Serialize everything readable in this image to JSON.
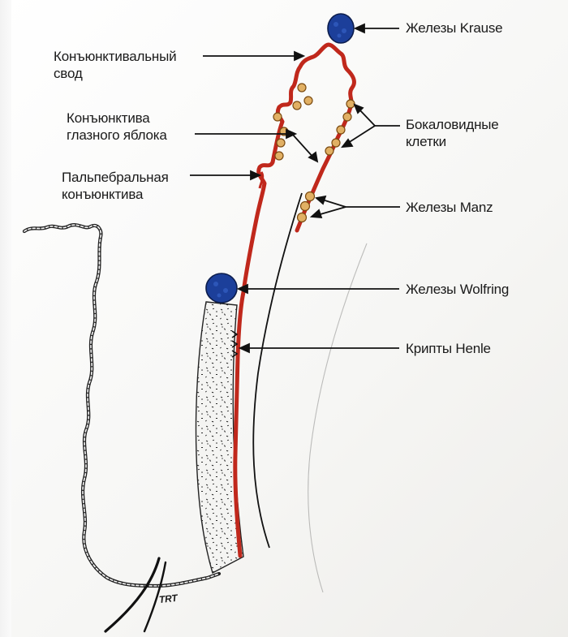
{
  "labels": {
    "krause": "Железы Krause",
    "fornix_1": "Конъюнктивальный",
    "fornix_2": "свод",
    "bulbar_1": "Конъюнктива",
    "bulbar_2": "глазного яблока",
    "goblet_1": "Бокаловидные",
    "goblet_2": "клетки",
    "palpebral_1": "Пальпебральная",
    "palpebral_2": "конъюнктива",
    "manz": "Железы Manz",
    "wolfring": "Железы Wolfring",
    "henle": "Крипты Henle",
    "signature": "TRT"
  },
  "colors": {
    "conjunctiva": "#c0281c",
    "gland": "#1c3f9a",
    "goblet": "#e1b064",
    "tarsus_stipple": "#2a2a2a",
    "line": "#111111"
  }
}
